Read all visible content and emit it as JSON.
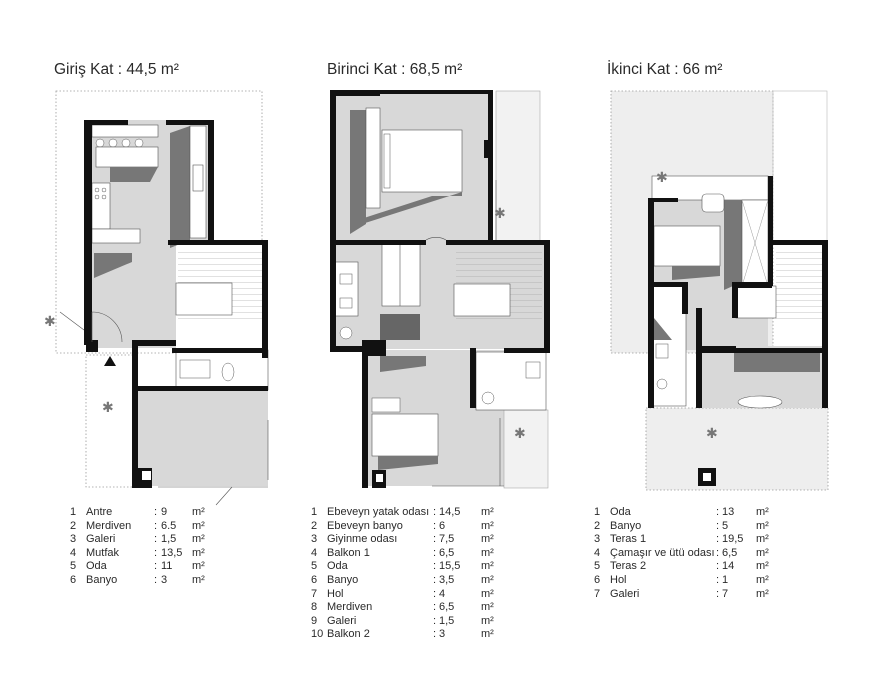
{
  "floors": [
    {
      "title": "Giriş Kat : 44,5 m²",
      "rooms": [
        {
          "num": "1",
          "name": "Antre",
          "value": "9",
          "unit": "m²"
        },
        {
          "num": "2",
          "name": "Merdiven",
          "value": "6.5",
          "unit": "m²"
        },
        {
          "num": "3",
          "name": "Galeri",
          "value": "1,5",
          "unit": "m²"
        },
        {
          "num": "4",
          "name": "Mutfak",
          "value": "13,5",
          "unit": "m²"
        },
        {
          "num": "5",
          "name": "Oda",
          "value": "11",
          "unit": "m²"
        },
        {
          "num": "6",
          "name": "Banyo",
          "value": "3",
          "unit": "m²"
        }
      ]
    },
    {
      "title": "Birinci Kat : 68,5 m²",
      "rooms": [
        {
          "num": "1",
          "name": "Ebeveyn yatak odası",
          "value": "14,5",
          "unit": "m²"
        },
        {
          "num": "2",
          "name": "Ebeveyn banyo",
          "value": "6",
          "unit": "m²"
        },
        {
          "num": "3",
          "name": "Giyinme odası",
          "value": "7,5",
          "unit": "m²"
        },
        {
          "num": "4",
          "name": "Balkon 1",
          "value": "6,5",
          "unit": "m²"
        },
        {
          "num": "5",
          "name": "Oda",
          "value": "15,5",
          "unit": "m²"
        },
        {
          "num": "6",
          "name": "Banyo",
          "value": "3,5",
          "unit": "m²"
        },
        {
          "num": "7",
          "name": "Hol",
          "value": "4",
          "unit": "m²"
        },
        {
          "num": "8",
          "name": "Merdiven",
          "value": "6,5",
          "unit": "m²"
        },
        {
          "num": "9",
          "name": "Galeri",
          "value": "1,5",
          "unit": "m²"
        },
        {
          "num": "10",
          "name": "Balkon 2",
          "value": "3",
          "unit": "m²"
        }
      ]
    },
    {
      "title": "İkinci Kat : 66 m²",
      "rooms": [
        {
          "num": "1",
          "name": "Oda",
          "value": "13",
          "unit": "m²"
        },
        {
          "num": "2",
          "name": "Banyo",
          "value": "5",
          "unit": "m²"
        },
        {
          "num": "3",
          "name": "Teras 1",
          "value": "19,5",
          "unit": "m²"
        },
        {
          "num": "4",
          "name": "Çamaşır ve ütü odası",
          "value": "6,5",
          "unit": "m²"
        },
        {
          "num": "5",
          "name": "Teras 2",
          "value": "14",
          "unit": "m²"
        },
        {
          "num": "6",
          "name": "Hol",
          "value": "1",
          "unit": "m²"
        },
        {
          "num": "7",
          "name": "Galeri",
          "value": "7",
          "unit": "m²"
        }
      ]
    }
  ]
}
